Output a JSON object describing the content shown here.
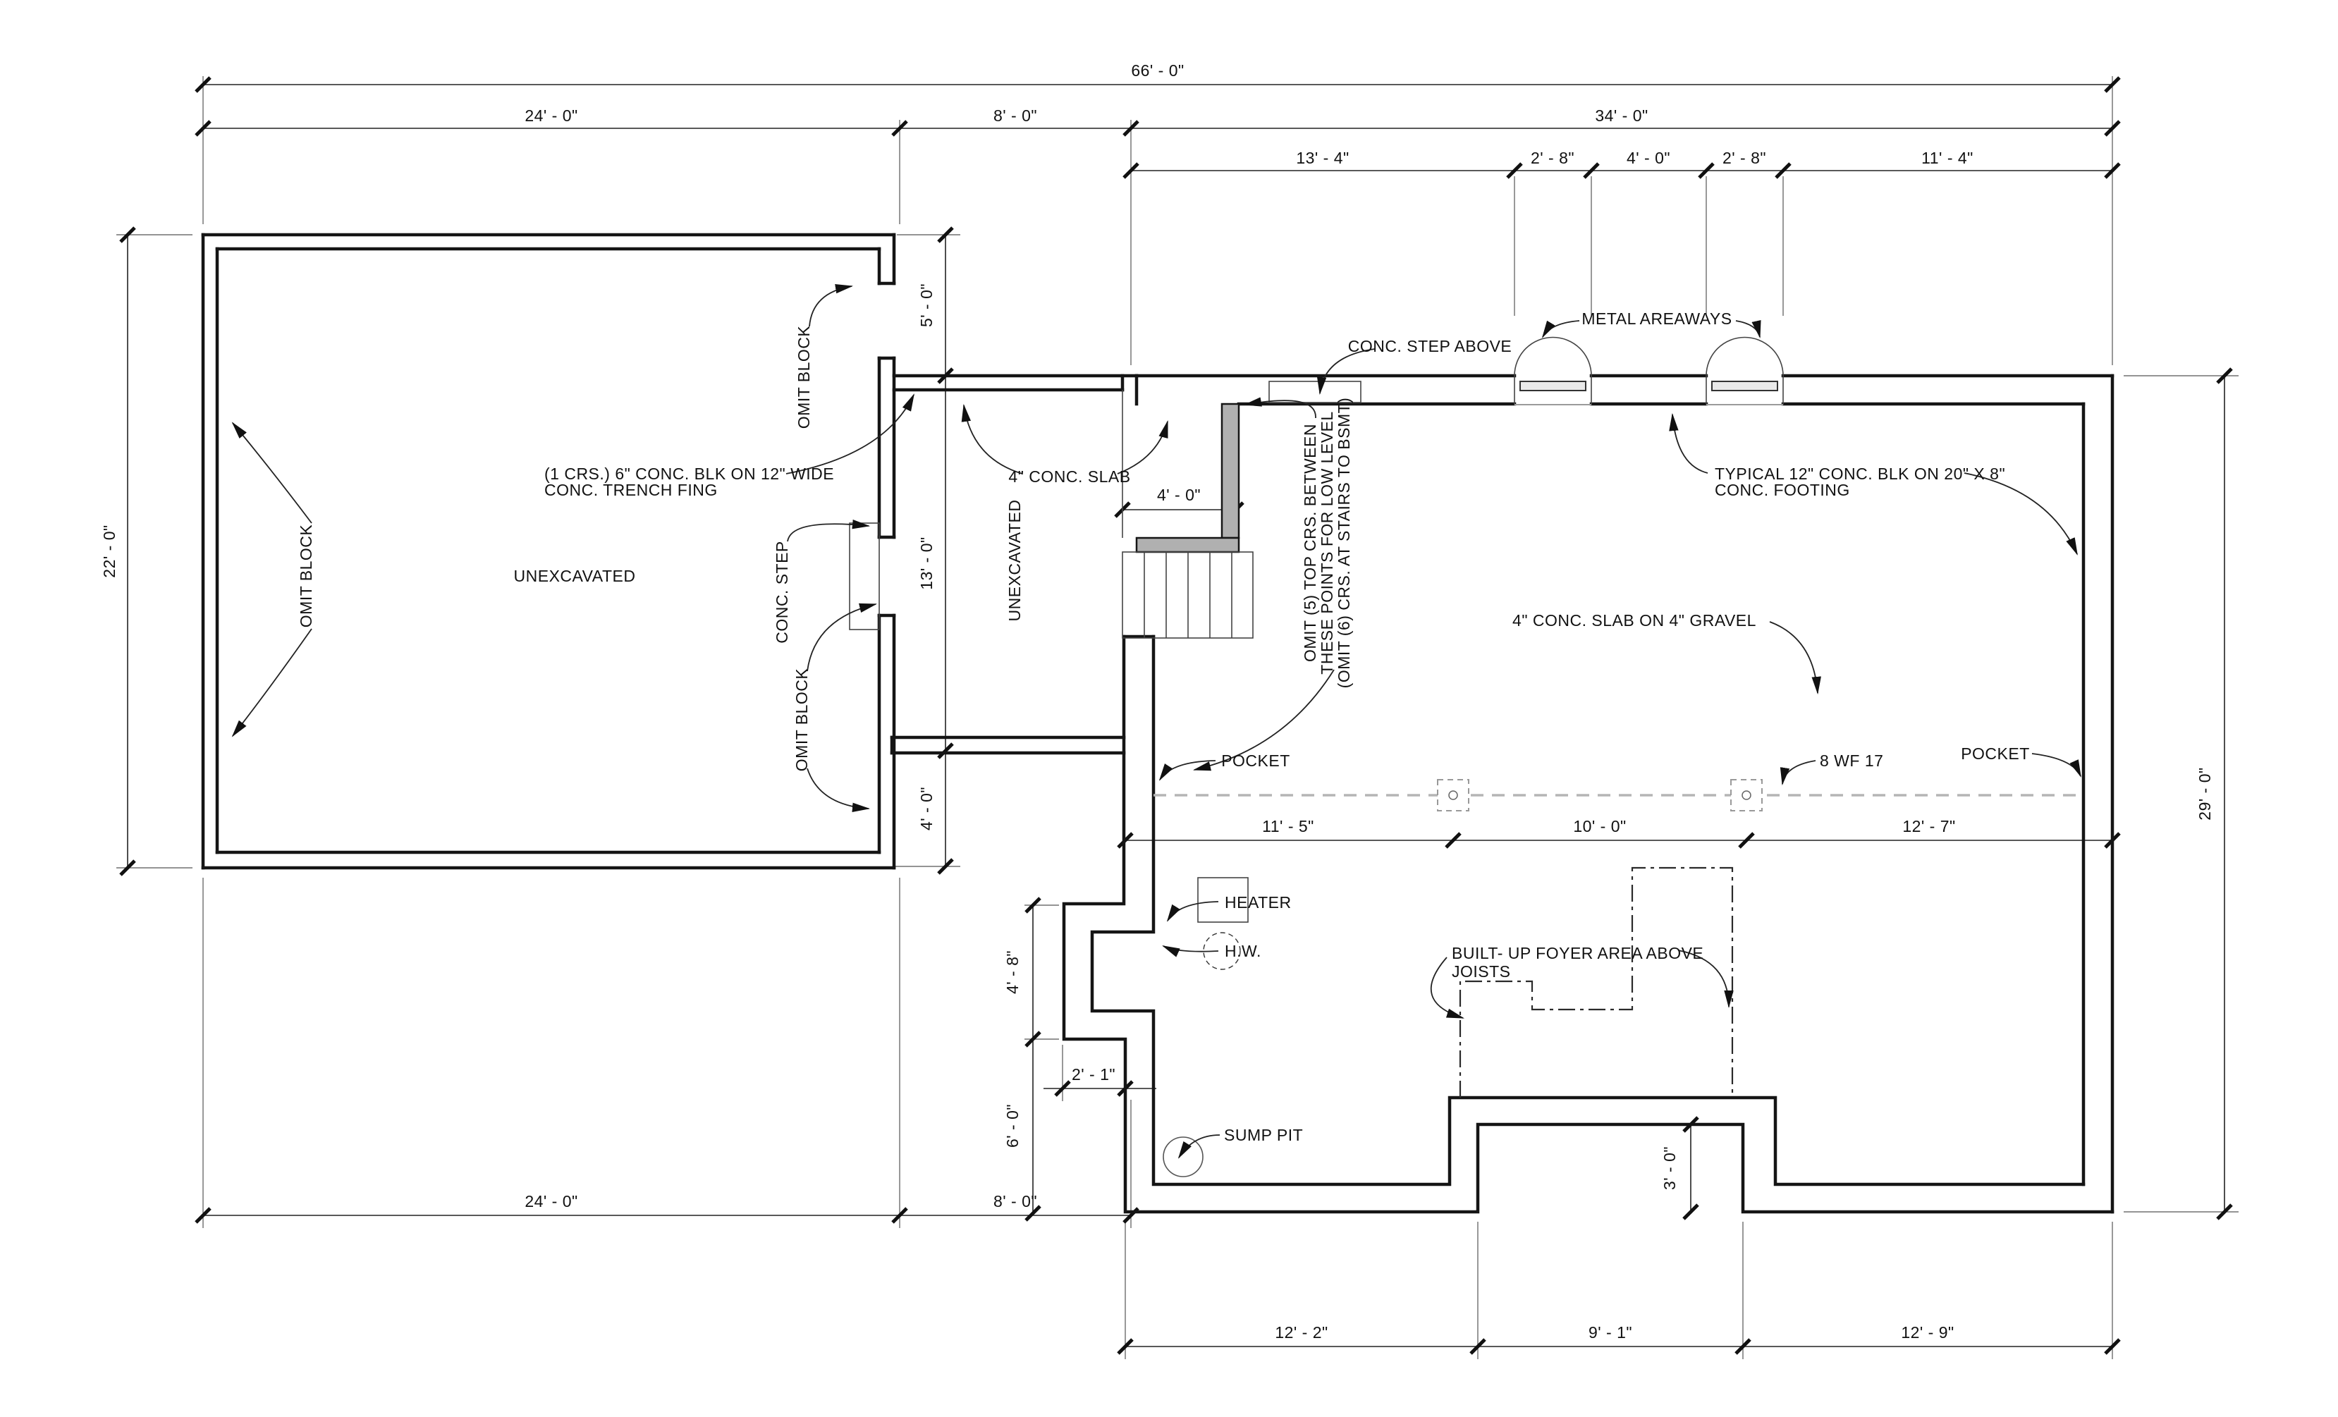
{
  "drawing": {
    "type": "foundation-basement-plan",
    "colors": {
      "line": "#151515",
      "stair_wall_fill": "#b0b0b0",
      "beam_dash": "#b5b5b5",
      "background": "#ffffff"
    }
  },
  "rooms": {
    "left_room": "UNEXCAVATED",
    "middle_room": "UNEXCAVATED"
  },
  "labels": {
    "omit_block": "OMIT BLOCK",
    "conc_step": "CONC. STEP",
    "crs_line1": "(1 CRS.) 6\" CONC. BLK ON 12\" WIDE",
    "crs_line2": "CONC. TRENCH FING",
    "conc_slab": "4\" CONC. SLAB",
    "conc_step_above": "CONC. STEP ABOVE",
    "metal_areaways": "METAL AREAWAYS",
    "typical_line1": "TYPICAL 12\" CONC. BLK ON 20\" X 8\"",
    "typical_line2": "CONC. FOOTING",
    "omit5_line1": "OMIT (5) TOP CRS. BETWEEN",
    "omit5_line2": "THESE POINTS FOR LOW LEVEL",
    "omit5_line3": "(OMIT (6) CRS. AT STAIRS TO BSMT)",
    "slab_gravel": "4\" CONC. SLAB ON 4\" GRAVEL",
    "pocket": "POCKET",
    "beam": "8 WF 17",
    "heater": "HEATER",
    "hw": "H.W.",
    "built_up_line1": "BUILT- UP FOYER AREA ABOVE",
    "built_up_line2": "JOISTS",
    "sump_pit": "SUMP PIT"
  },
  "dimensions": {
    "overall_width": "66' - 0\"",
    "top_left": "24' - 0\"",
    "top_mid": "8' - 0\"",
    "top_right": "34' - 0\"",
    "sub_1": "13' - 4\"",
    "sub_2": "2' - 8\"",
    "sub_3": "4' - 0\"",
    "sub_4": "2' - 8\"",
    "sub_5": "11' - 4\"",
    "left_height": "22' - 0\"",
    "seg_5": "5' - 0\"",
    "seg_13": "13' - 0\"",
    "seg_4": "4' - 0\"",
    "stair_width": "4' - 0\"",
    "right_height": "29' - 0\"",
    "bay_1": "11' - 5\"",
    "bay_2": "10' - 0\"",
    "bay_3": "12' - 7\"",
    "nook_height": "4' - 8\"",
    "west_side": "6' - 0\"",
    "nook_width": "2' - 1\"",
    "recess_depth": "3' - 0\"",
    "bottom_left": "24' - 0\"",
    "bottom_mid": "8' - 0\"",
    "bottom_r1": "12' - 2\"",
    "bottom_r2": "9' - 1\"",
    "bottom_r3": "12' - 9\""
  }
}
